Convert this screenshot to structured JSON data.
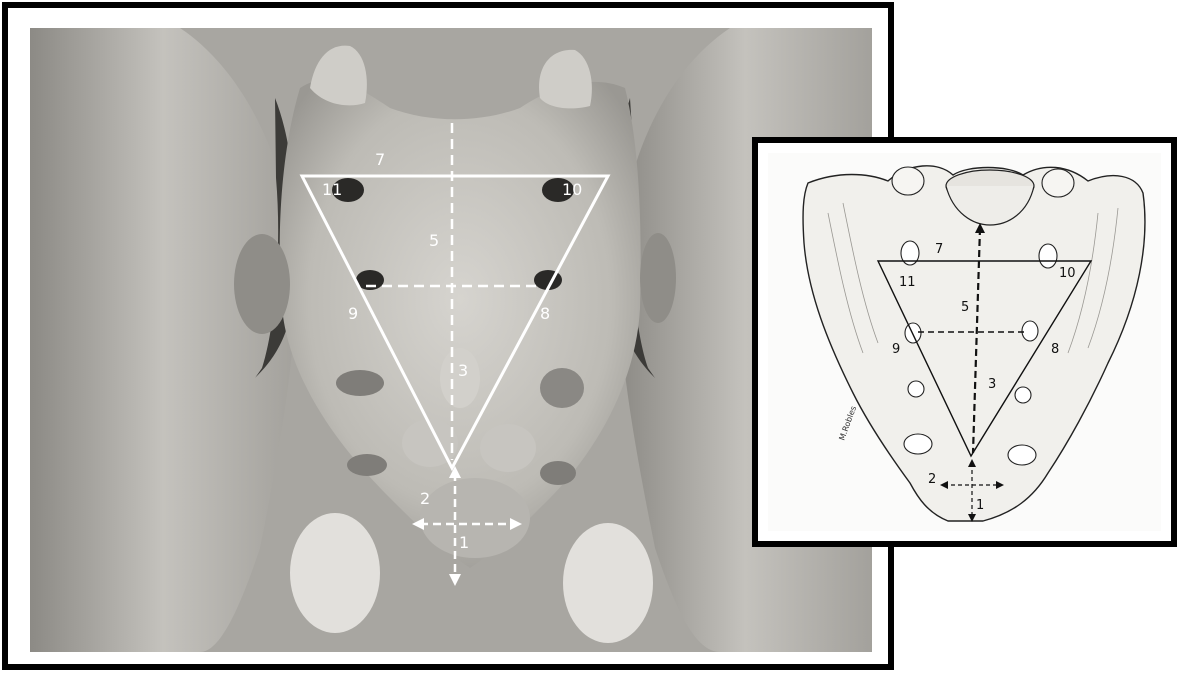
{
  "photo": {
    "labels": {
      "n1": "1",
      "n2": "2",
      "n3": "3",
      "n5": "5",
      "n7": "7",
      "n8": "8",
      "n9": "9",
      "n10": "10",
      "n11": "11"
    }
  },
  "drawing": {
    "labels": {
      "n1": "1",
      "n2": "2",
      "n3": "3",
      "n5": "5",
      "n7": "7",
      "n8": "8",
      "n9": "9",
      "n10": "10",
      "n11": "11"
    },
    "signature": "M.Robles"
  },
  "colors": {
    "frame": "#000000",
    "photo_bone": "#c9c7c2",
    "photo_background": "#a8a6a1",
    "photo_markings": "#ffffff",
    "drawing_lines": "#111111"
  }
}
